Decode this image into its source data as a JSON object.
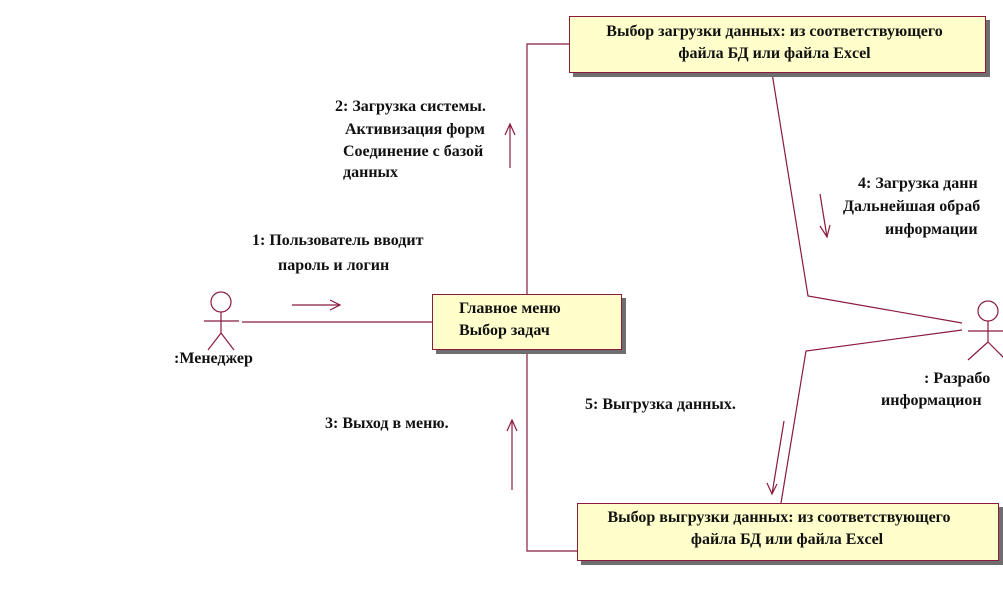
{
  "colors": {
    "stroke": "#8b1a3c",
    "box_fill": "#ffffcc",
    "shadow": "#6e6e6e"
  },
  "actors": {
    "manager": {
      "name": ":Менеджер"
    },
    "developer": {
      "name_line1": ": Разрабо",
      "name_line2": "информацион"
    }
  },
  "objects": {
    "main_menu": {
      "line1": "Главное меню",
      "line2": "Выбор задач"
    },
    "load_choice": {
      "line1": "Выбор загрузки данных: из соответствующего",
      "line2": "файла БД или файла Excel"
    },
    "unload_choice": {
      "line1": "Выбор выгрузки данных: из соответствующего",
      "line2": "файла БД или файла Excel"
    }
  },
  "messages": {
    "m1": {
      "line1": "1: Пользователь вводит",
      "line2": "пароль и логин"
    },
    "m2": {
      "line1": "2: Загрузка системы.",
      "line2": "Активизация форм",
      "line3": "Соединение с базой",
      "line4": "данных"
    },
    "m3": {
      "line1": "3: Выход  в меню."
    },
    "m4": {
      "line1": "4: Загрузка данн",
      "line2": "Дальнейшая обраб",
      "line3": "информации"
    },
    "m5": {
      "line1": "5: Выгрузка данных."
    }
  }
}
